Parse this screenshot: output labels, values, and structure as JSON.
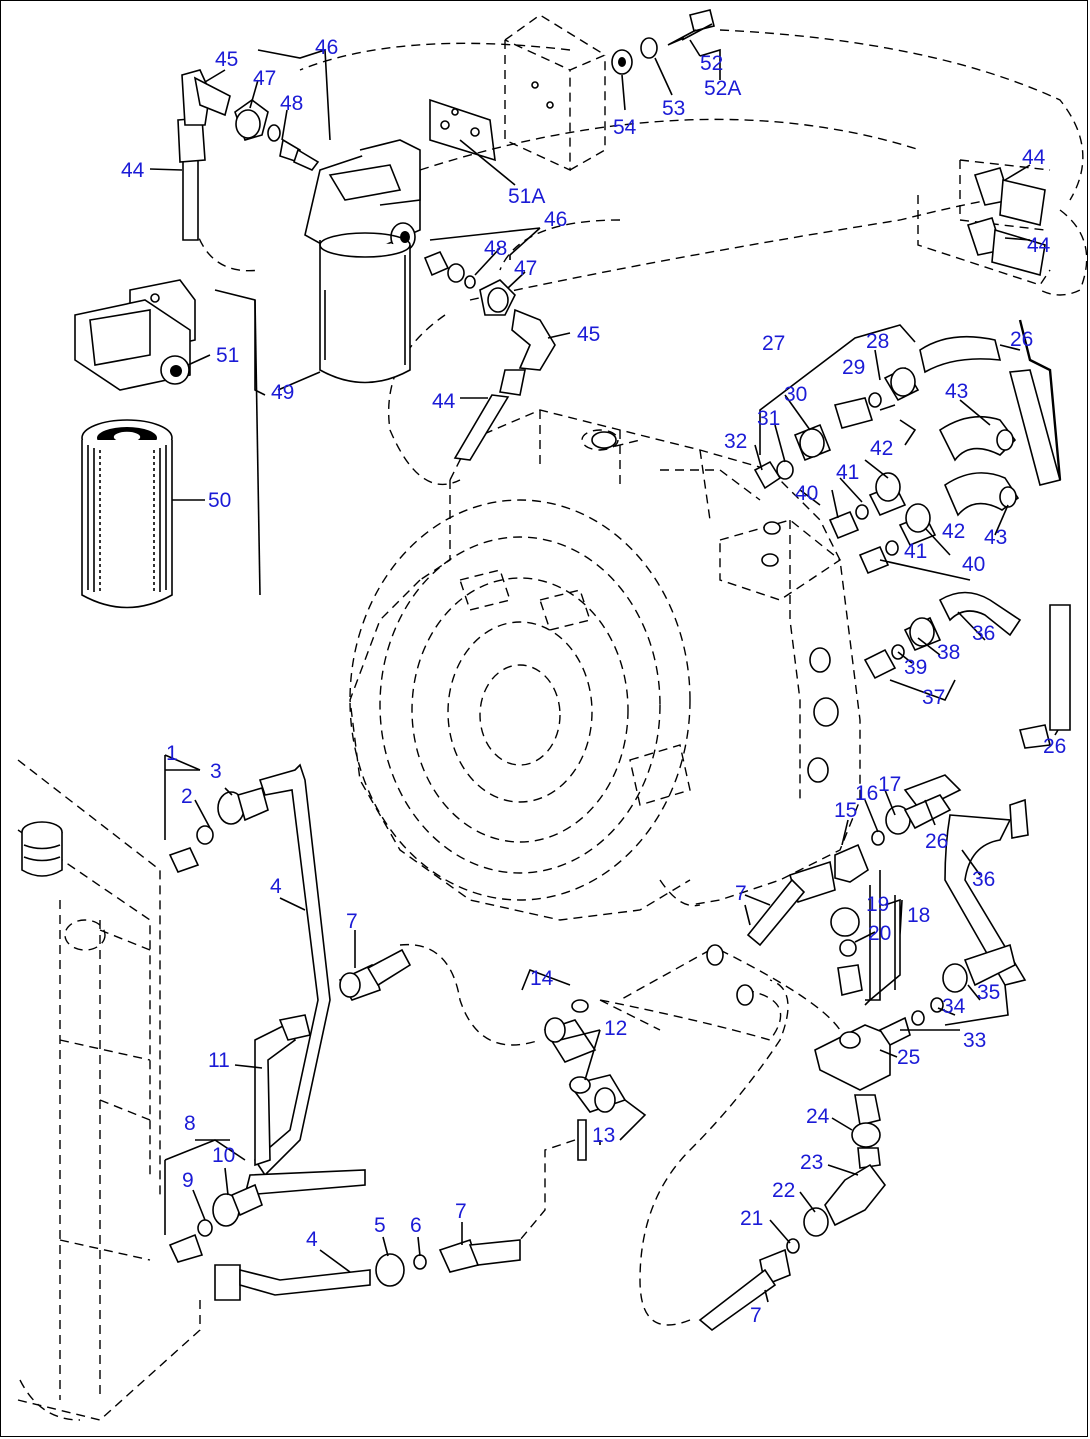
{
  "diagram": {
    "callouts": [
      {
        "id": "c1",
        "text": "1"
      },
      {
        "id": "c2",
        "text": "2"
      },
      {
        "id": "c3",
        "text": "3"
      },
      {
        "id": "c4a",
        "text": "4"
      },
      {
        "id": "c4b",
        "text": "4"
      },
      {
        "id": "c5",
        "text": "5"
      },
      {
        "id": "c6",
        "text": "6"
      },
      {
        "id": "c7a",
        "text": "7"
      },
      {
        "id": "c7b",
        "text": "7"
      },
      {
        "id": "c7c",
        "text": "7"
      },
      {
        "id": "c7d",
        "text": "7"
      },
      {
        "id": "c8",
        "text": "8"
      },
      {
        "id": "c9",
        "text": "9"
      },
      {
        "id": "c10",
        "text": "10"
      },
      {
        "id": "c11",
        "text": "11"
      },
      {
        "id": "c12",
        "text": "12"
      },
      {
        "id": "c13",
        "text": "13"
      },
      {
        "id": "c14",
        "text": "14"
      },
      {
        "id": "c15",
        "text": "15"
      },
      {
        "id": "c16",
        "text": "16"
      },
      {
        "id": "c17",
        "text": "17"
      },
      {
        "id": "c18",
        "text": "18"
      },
      {
        "id": "c19",
        "text": "19"
      },
      {
        "id": "c20",
        "text": "20"
      },
      {
        "id": "c21",
        "text": "21"
      },
      {
        "id": "c22",
        "text": "22"
      },
      {
        "id": "c23",
        "text": "23"
      },
      {
        "id": "c24",
        "text": "24"
      },
      {
        "id": "c25",
        "text": "25"
      },
      {
        "id": "c26a",
        "text": "26"
      },
      {
        "id": "c26b",
        "text": "26"
      },
      {
        "id": "c26c",
        "text": "26"
      },
      {
        "id": "c27",
        "text": "27"
      },
      {
        "id": "c28",
        "text": "28"
      },
      {
        "id": "c29",
        "text": "29"
      },
      {
        "id": "c30",
        "text": "30"
      },
      {
        "id": "c31",
        "text": "31"
      },
      {
        "id": "c32",
        "text": "32"
      },
      {
        "id": "c33",
        "text": "33"
      },
      {
        "id": "c34",
        "text": "34"
      },
      {
        "id": "c35",
        "text": "35"
      },
      {
        "id": "c36a",
        "text": "36"
      },
      {
        "id": "c36b",
        "text": "36"
      },
      {
        "id": "c37",
        "text": "37"
      },
      {
        "id": "c38",
        "text": "38"
      },
      {
        "id": "c39",
        "text": "39"
      },
      {
        "id": "c40a",
        "text": "40"
      },
      {
        "id": "c40b",
        "text": "40"
      },
      {
        "id": "c41a",
        "text": "41"
      },
      {
        "id": "c41b",
        "text": "41"
      },
      {
        "id": "c42a",
        "text": "42"
      },
      {
        "id": "c42b",
        "text": "42"
      },
      {
        "id": "c43a",
        "text": "43"
      },
      {
        "id": "c43b",
        "text": "43"
      },
      {
        "id": "c44a",
        "text": "44"
      },
      {
        "id": "c44b",
        "text": "44"
      },
      {
        "id": "c44c",
        "text": "44"
      },
      {
        "id": "c44d",
        "text": "44"
      },
      {
        "id": "c45a",
        "text": "45"
      },
      {
        "id": "c45b",
        "text": "45"
      },
      {
        "id": "c46a",
        "text": "46"
      },
      {
        "id": "c46b",
        "text": "46"
      },
      {
        "id": "c47a",
        "text": "47"
      },
      {
        "id": "c47b",
        "text": "47"
      },
      {
        "id": "c48a",
        "text": "48"
      },
      {
        "id": "c48b",
        "text": "48"
      },
      {
        "id": "c49",
        "text": "49"
      },
      {
        "id": "c50",
        "text": "50"
      },
      {
        "id": "c51",
        "text": "51"
      },
      {
        "id": "c51A",
        "text": "51A"
      },
      {
        "id": "c52",
        "text": "52"
      },
      {
        "id": "c52A",
        "text": "52A"
      },
      {
        "id": "c53",
        "text": "53"
      },
      {
        "id": "c54",
        "text": "54"
      }
    ],
    "label_color": "#1b1bd6",
    "line_color": "#000000"
  }
}
